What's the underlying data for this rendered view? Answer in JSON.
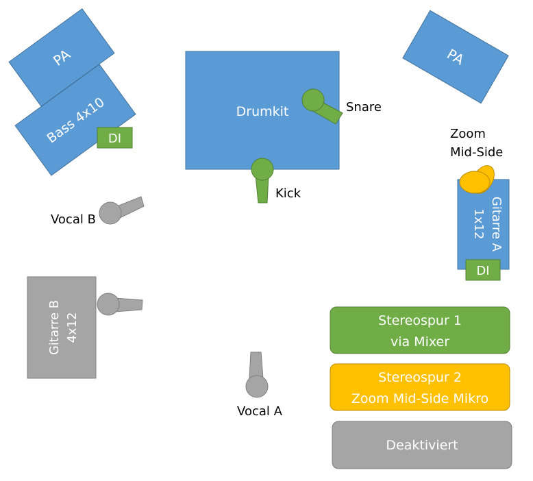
{
  "speakers": {
    "pa_left": "PA",
    "pa_right": "PA",
    "bass_cab": "Bass 4x10",
    "bass_di": "DI"
  },
  "drums": {
    "drumkit": "Drumkit",
    "snare": "Snare",
    "kick": "Kick"
  },
  "guitar_a": {
    "cab_line1": "Gitarre A",
    "cab_line2": "1x12",
    "di": "DI",
    "zoom_line1": "Zoom",
    "zoom_line2": "Mid-Side"
  },
  "guitar_b": {
    "cab_line1": "Gitarre B",
    "cab_line2": "4x12"
  },
  "vocals": {
    "vocal_a": "Vocal A",
    "vocal_b": "Vocal B"
  },
  "legend": {
    "track1_line1": "Stereospur 1",
    "track1_line2": "via Mixer",
    "track2_line1": "Stereospur 2",
    "track2_line2": "Zoom Mid-Side Mikro",
    "disabled": "Deaktiviert"
  },
  "colors": {
    "blue": "#5b9bd5",
    "green": "#70ad47",
    "yellow": "#ffc000",
    "gray": "#a5a5a5"
  }
}
